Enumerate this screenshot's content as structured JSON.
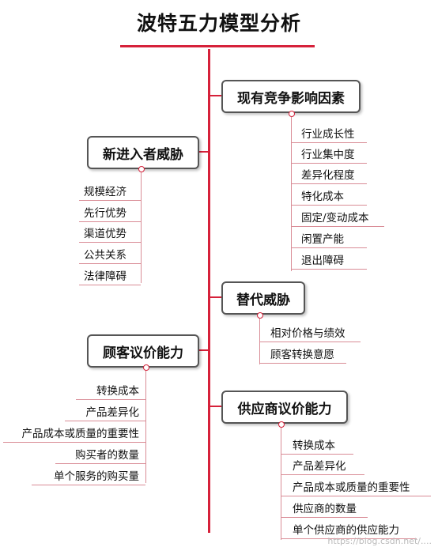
{
  "title": "波特五力模型分析",
  "accent_color": "#d6213a",
  "line_color": "#d98c96",
  "nodes": [
    {
      "id": "rivalry",
      "label": "现有竞争影响因素",
      "items": [
        "行业成长性",
        "行业集中度",
        "差异化程度",
        "特化成本",
        "固定/变动成本",
        "闲置产能",
        "退出障碍"
      ]
    },
    {
      "id": "new_entrants",
      "label": "新进入者威胁",
      "items": [
        "规模经济",
        "先行优势",
        "渠道优势",
        "公共关系",
        "法律障碍"
      ]
    },
    {
      "id": "substitutes",
      "label": "替代威胁",
      "items": [
        "相对价格与绩效",
        "顾客转换意愿"
      ]
    },
    {
      "id": "buyers",
      "label": "顾客议价能力",
      "items": [
        "转换成本",
        "产品差异化",
        "产品成本或质量的重要性",
        "购买者的数量",
        "单个服务的购买量"
      ]
    },
    {
      "id": "suppliers",
      "label": "供应商议价能力",
      "items": [
        "转换成本",
        "产品差异化",
        "产品成本或质量的重要性",
        "供应商的数量",
        "单个供应商的供应能力"
      ]
    }
  ],
  "watermark": "https://blog.csdn.net/...."
}
